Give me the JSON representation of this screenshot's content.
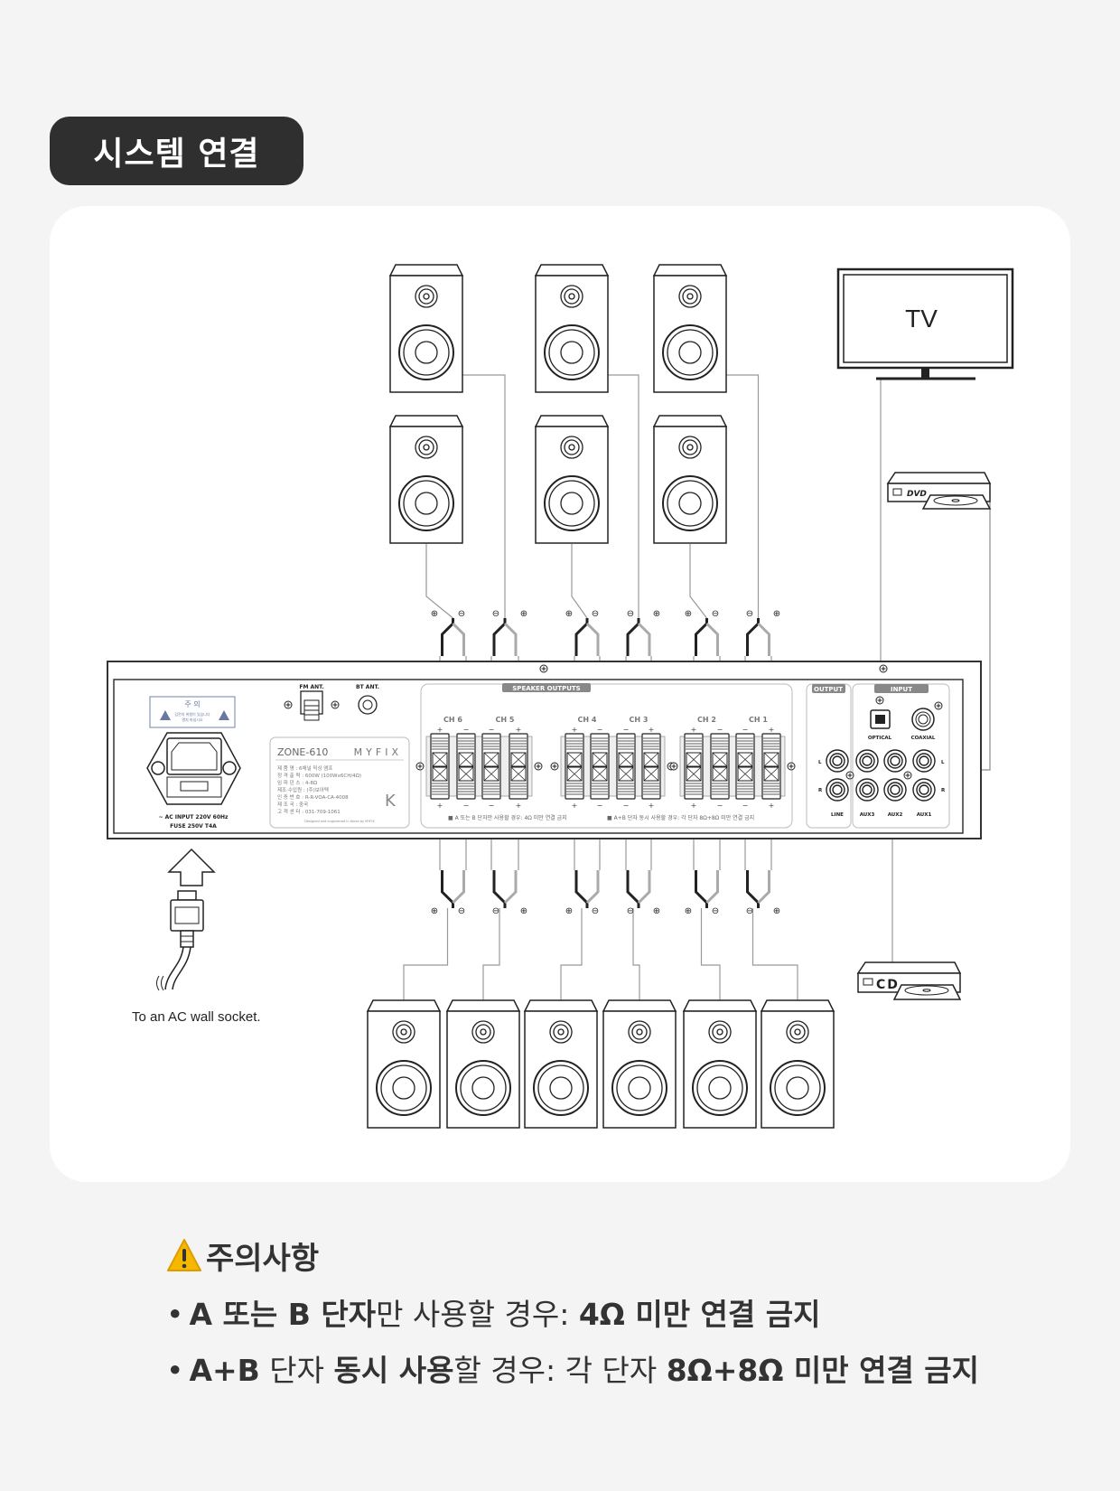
{
  "header": {
    "title": "시스템 연결"
  },
  "diagram": {
    "tv_label": "TV",
    "dvd_label": "DVD",
    "cd_label": "CD",
    "socket_caption": "To an AC wall socket.",
    "amp": {
      "caution_title": "주 의",
      "caution_line1": "감전의 위험이 있습니다",
      "caution_line2": "열지 마십시오",
      "ac_input": "~ AC INPUT 220V 60Hz",
      "fuse": "FUSE 250V T4A",
      "fm_ant": "FM ANT.",
      "bt_ant": "BT ANT.",
      "model": "ZONE-610",
      "brand": "MYFIX",
      "spec_lines": [
        "제 품 명 : 6채널 믹싱 앰프",
        "정 격 출 력 : 600W (100Wx6CH/4Ω)",
        "임 피 던 스 : 4-8Ω",
        "제조·수입원 : (주)보아텍",
        "인 증 번 호 : R-R-VOA-CA-4008",
        "제 조 국 : 중국",
        "고 객 센 터 : 031-709-1061"
      ],
      "footer": "Designed and engineered in Korea by MYFIX",
      "speaker_outputs": "SPEAKER OUTPUTS",
      "channels": [
        "CH 6",
        "CH 5",
        "CH 4",
        "CH 3",
        "CH 2",
        "CH 1"
      ],
      "note_a_or_b": "■ A 또는 B 단자만 사용할 경우: 4Ω 미만 연결 금지",
      "note_a_and_b": "■ A+B 단자 동시 사용할 경우: 각 단자 8Ω+8Ω 미만 연결 금지",
      "output_label": "OUTPUT",
      "input_label": "INPUT",
      "optical": "OPTICAL",
      "coaxial": "COAXIAL",
      "l": "L",
      "r": "R",
      "line": "LINE",
      "aux3": "AUX3",
      "aux2": "AUX2",
      "aux1": "AUX1"
    }
  },
  "caution": {
    "heading": "주의사항",
    "bullets": [
      [
        {
          "t": "A 또는 B 단자",
          "b": true
        },
        {
          "t": "만 사용할 경우: ",
          "b": false
        },
        {
          "t": "4Ω 미만 연결 금지",
          "b": true
        }
      ],
      [
        {
          "t": "A+B",
          "b": true
        },
        {
          "t": " 단자 ",
          "b": false
        },
        {
          "t": "동시 사용",
          "b": true
        },
        {
          "t": "할 경우: 각 단자 ",
          "b": false
        },
        {
          "t": "8Ω+8Ω 미만 연결 금지",
          "b": true
        }
      ]
    ]
  },
  "colors": {
    "pill": "#2f2f2f",
    "card": "#ffffff",
    "background": "#f4f4f4",
    "line": "#222222",
    "wire": "#999999",
    "warning": "#f5b800"
  }
}
